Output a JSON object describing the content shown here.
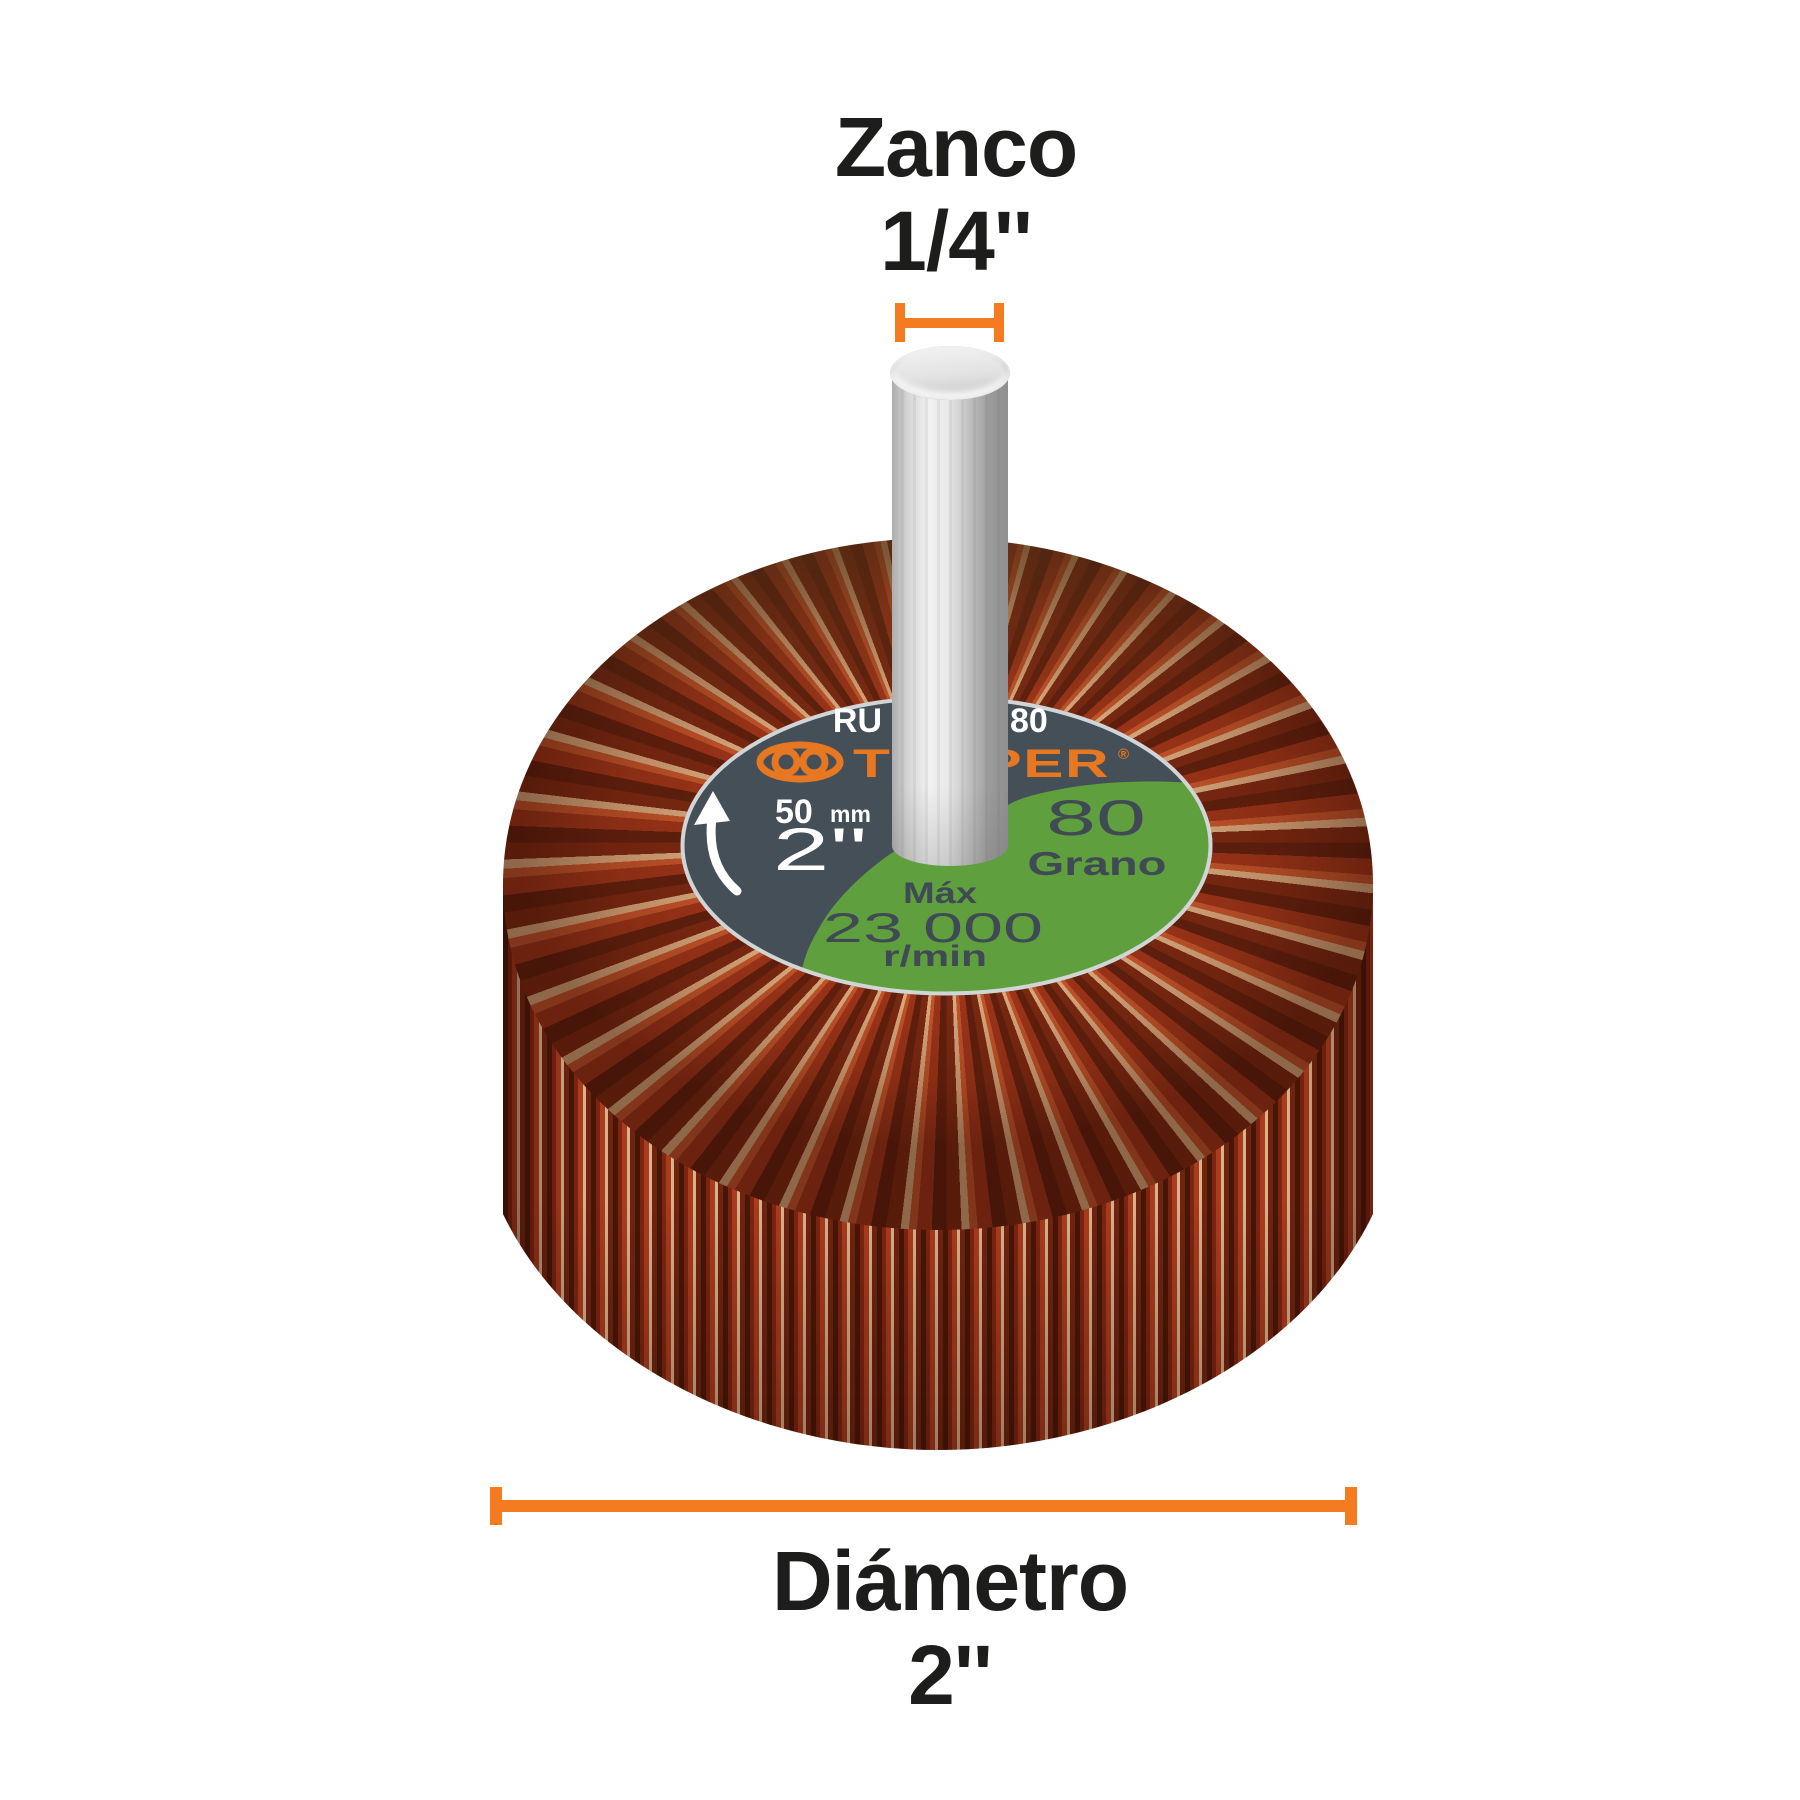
{
  "colors": {
    "bg": "#ffffff",
    "ink": "#1d1d1b",
    "dimension": "#f47b20",
    "slate": "#454f58",
    "green": "#5f9f3e",
    "brand": "#e87722",
    "label_dark": "#3f4a54",
    "label_light": "#ffffff",
    "rim": "#d2d5d6"
  },
  "annotations": {
    "shank": {
      "label": "Zanco",
      "value": "1/4''"
    },
    "diameter": {
      "label": "Diámetro",
      "value": "2''"
    }
  },
  "wheel_label": {
    "code_left": "RU",
    "code_right": "80",
    "brand": "TRUPER",
    "registered": "®",
    "size_mm_value": "50",
    "size_mm_unit": "mm",
    "size_inches": "2''",
    "grit_value": "80",
    "grit_unit": "Grano",
    "max_word": "Máx",
    "max_rpm": "23 000",
    "rpm_unit": "r/min"
  }
}
